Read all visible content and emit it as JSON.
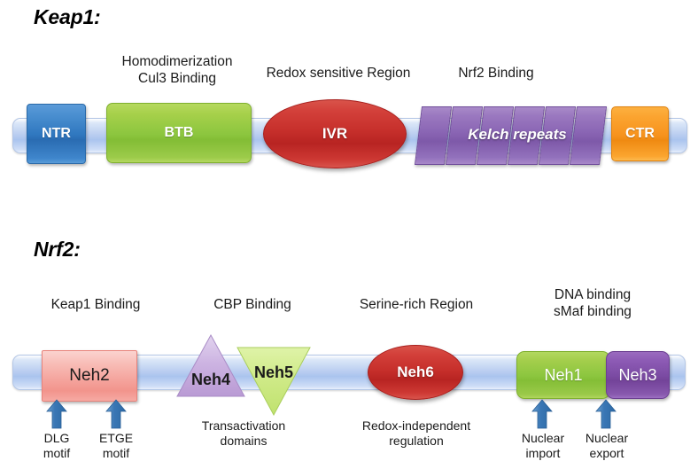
{
  "diagrams": [
    {
      "title": "Keap1:",
      "region_labels": [
        "Homodimerization\nCul3 Binding",
        "Redox sensitive Region",
        "Nrf2 Binding"
      ],
      "domains": [
        {
          "label": "NTR",
          "shape": "box",
          "color": "#2f77bf"
        },
        {
          "label": "BTB",
          "shape": "box",
          "color": "#8cc63f"
        },
        {
          "label": "IVR",
          "shape": "ellipse",
          "color": "#c62f2b"
        },
        {
          "label": "Kelch repeats",
          "shape": "repeats",
          "color": "#8a65b4",
          "repeat_count": 6
        },
        {
          "label": "CTR",
          "shape": "box",
          "color": "#f7931e"
        }
      ]
    },
    {
      "title": "Nrf2:",
      "region_labels": [
        "Keap1 Binding",
        "CBP Binding",
        "Serine-rich Region",
        "DNA binding\nsMaf binding"
      ],
      "domains": [
        {
          "label": "Neh2",
          "shape": "box",
          "color": "#f4a19a"
        },
        {
          "label": "Neh4",
          "shape": "triangle-up",
          "color": "#c9aedd"
        },
        {
          "label": "Neh5",
          "shape": "triangle-down",
          "color": "#cdea88"
        },
        {
          "label": "Neh6",
          "shape": "ellipse",
          "color": "#c62f2b"
        },
        {
          "label": "Neh1",
          "shape": "box",
          "color": "#8cc63f"
        },
        {
          "label": "Neh3",
          "shape": "box",
          "color": "#7b4ba3"
        }
      ],
      "bottom_labels": [
        "DLG\nmotif",
        "ETGE\nmotif",
        "Transactivation\ndomains",
        "Redox-independent\nregulation",
        "Nuclear\nimport",
        "Nuclear\nexport"
      ],
      "arrow_color": "#3a77b5"
    }
  ]
}
